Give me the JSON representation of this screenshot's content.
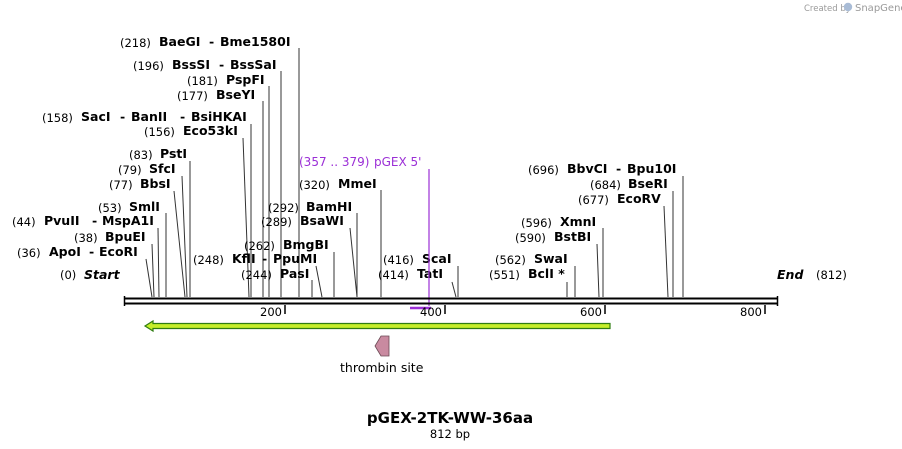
{
  "header": {
    "created_by": "Created by",
    "logo_text": "SnapGene"
  },
  "map": {
    "start_label": "Start",
    "start_pos": "(0)",
    "end_label": "End",
    "end_pos": "(812)",
    "ticks": [
      "200",
      "400",
      "600",
      "800"
    ],
    "sites": [
      {
        "pos": "(218)",
        "names": [
          "BaeGI",
          "Bme1580I"
        ]
      },
      {
        "pos": "(196)",
        "names": [
          "BssSI",
          "BssSaI"
        ]
      },
      {
        "pos": "(181)",
        "names": [
          "PspFI"
        ]
      },
      {
        "pos": "(177)",
        "names": [
          "BseYI"
        ]
      },
      {
        "pos": "(158)",
        "names": [
          "SacI",
          "BanII",
          "BsiHKAI"
        ]
      },
      {
        "pos": "(156)",
        "names": [
          "Eco53kI"
        ]
      },
      {
        "pos": "(83)",
        "names": [
          "PstI"
        ]
      },
      {
        "pos": "(79)",
        "names": [
          "SfcI"
        ]
      },
      {
        "pos": "(77)",
        "names": [
          "BbsI"
        ]
      },
      {
        "pos": "(53)",
        "names": [
          "SmlI"
        ]
      },
      {
        "pos": "(44)",
        "names": [
          "PvuII",
          "MspA1I"
        ]
      },
      {
        "pos": "(38)",
        "names": [
          "BpuEI"
        ]
      },
      {
        "pos": "(36)",
        "names": [
          "ApoI",
          "EcoRI"
        ]
      },
      {
        "pos": "(320)",
        "names": [
          "MmeI"
        ]
      },
      {
        "pos": "(292)",
        "names": [
          "BamHI"
        ]
      },
      {
        "pos": "(289)",
        "names": [
          "BsaWI"
        ]
      },
      {
        "pos": "(262)",
        "names": [
          "BmgBI"
        ]
      },
      {
        "pos": "(248)",
        "names": [
          "KflI",
          "PpuMI"
        ]
      },
      {
        "pos": "(244)",
        "names": [
          "PasI"
        ]
      },
      {
        "pos": "(416)",
        "names": [
          "ScaI"
        ]
      },
      {
        "pos": "(414)",
        "names": [
          "TatI"
        ]
      },
      {
        "pos": "(696)",
        "names": [
          "BbvCI",
          "Bpu10I"
        ]
      },
      {
        "pos": "(684)",
        "names": [
          "BseRI"
        ]
      },
      {
        "pos": "(677)",
        "names": [
          "EcoRV"
        ]
      },
      {
        "pos": "(596)",
        "names": [
          "XmnI"
        ]
      },
      {
        "pos": "(590)",
        "names": [
          "BstBI"
        ]
      },
      {
        "pos": "(562)",
        "names": [
          "SwaI"
        ]
      },
      {
        "pos": "(551)",
        "names": [
          "BclI *"
        ]
      }
    ],
    "primer": {
      "range": "(357 .. 379)",
      "name": "pGEX 5'",
      "color": "#9b2fd6"
    },
    "orf": {
      "fill": "#c6ee2a",
      "stroke": "#2f7d12"
    },
    "feature": {
      "label": "thrombin site",
      "color": "#c98aa0"
    }
  },
  "footer": {
    "title": "pGEX-2TK-WW-36aa",
    "subtitle": "812 bp"
  }
}
